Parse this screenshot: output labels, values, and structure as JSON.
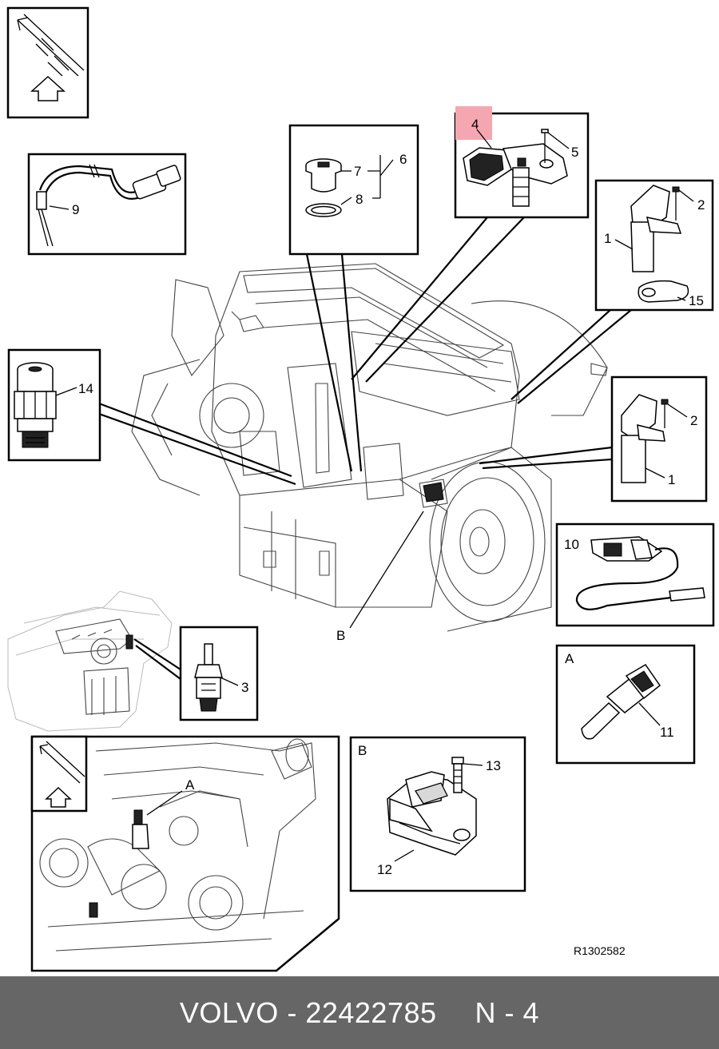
{
  "diagram": {
    "callouts": {
      "c1a": "1",
      "c1b": "1",
      "c2a": "2",
      "c2b": "2",
      "c3": "3",
      "c4": "4",
      "c5": "5",
      "c6": "6",
      "c7": "7",
      "c8": "8",
      "c9": "9",
      "c10": "10",
      "c11": "11",
      "c12": "12",
      "c13": "13",
      "c14": "14",
      "c15": "15"
    },
    "view_labels": {
      "A_box": "A",
      "A_bottom": "A",
      "B_box": "B",
      "B_engine": "B"
    },
    "reference": "R1302582",
    "highlight_color": "#f4a7b0"
  },
  "footer": {
    "brand": "VOLVO",
    "dash1": "-",
    "part_number": "22422785",
    "position_label": "N",
    "dash2": "-",
    "position_number": "4"
  }
}
